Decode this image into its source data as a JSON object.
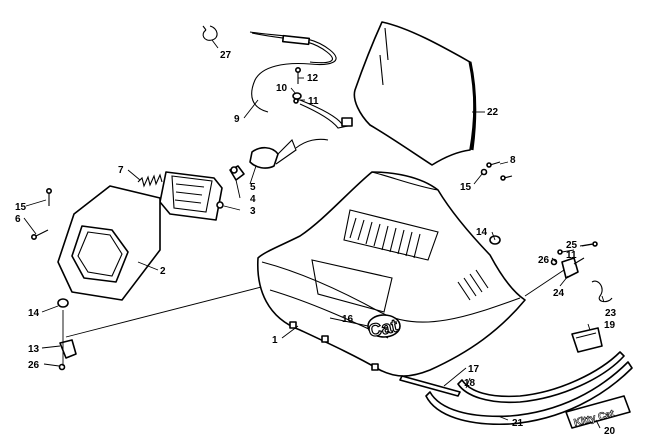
{
  "callouts": {
    "c27": "27",
    "c12": "12",
    "c10": "10",
    "c11a": "11",
    "c9": "9",
    "c22": "22",
    "c8": "8",
    "c15a": "15",
    "c7": "7",
    "c5": "5",
    "c4": "4",
    "c3": "3",
    "c15b": "15",
    "c6": "6",
    "c2": "2",
    "c14a": "14",
    "c14b": "14",
    "c13": "13",
    "c26a": "26",
    "c16": "16",
    "c1": "1",
    "c25": "25",
    "c11b": "11",
    "c26b": "26",
    "c24": "24",
    "c23": "23",
    "c19": "19",
    "c17": "17",
    "c18": "18",
    "c21": "21",
    "c20": "20"
  },
  "decals": {
    "hood_logo": "Cat",
    "side_decal": "Kitty Cat"
  }
}
